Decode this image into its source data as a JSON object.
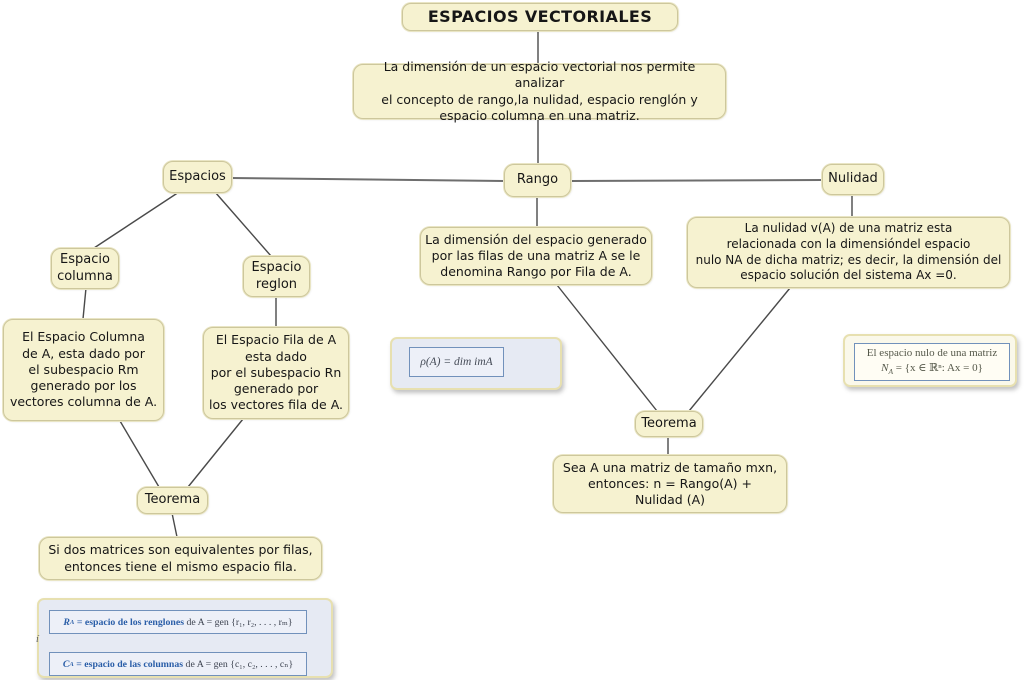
{
  "title": "ESPACIOS VECTORIALES",
  "intro": "La dimensión de un espacio vectorial nos permite analizar\nel concepto de rango,la nulidad, espacio renglón y\nespacio columna en una matriz.",
  "nodes": {
    "espacios": "Espacios",
    "rango": "Rango",
    "nulidad": "Nulidad",
    "espacio_columna": "Espacio\ncolumna",
    "espacio_reglon": "Espacio\nreglon",
    "teorema_left": "Teorema",
    "teorema_right": "Teorema"
  },
  "descriptions": {
    "rango": "La dimensión del espacio generado\npor las filas de una matriz A se le\ndenomina Rango por Fila de A.",
    "nulidad": "La nulidad v(A) de una matriz esta\nrelacionada con la dimensióndel espacio\nnulo NA de dicha matriz; es decir, la dimensión del\nespacio solución del sistema Ax =0.",
    "espacio_columna": "El Espacio Columna\nde A, esta dado por\nel subespacio Rm\ngenerado por los\nvectores columna de A.",
    "espacio_reglon": "El Espacio Fila de A\nesta dado\npor el subespacio Rn\ngenerado por\nlos vectores fila de A.",
    "teorema_left": "Si dos matrices son equivalentes por filas,\nentonces tiene el mismo espacio fila.",
    "teorema_right": "Sea A una matriz de tamaño mxn,\nentonces: n = Rango(A) +\nNulidad (A)"
  },
  "formulas": {
    "rho": "ρ(A) = dim imA",
    "nulo": {
      "line1": "El espacio nulo de una matriz",
      "lead": "N",
      "sub": "A",
      "tail": " = {x ∈ ℝⁿ: Ax = 0}"
    },
    "renglones": {
      "lead": "R",
      "sub": "A",
      "eq": " = ",
      "bold": "espacio de los renglones",
      "tail": " de A = gen {r₁, r₂, . . . , rₘ}"
    },
    "columnas": {
      "lead": "C",
      "sub": "A",
      "eq": " = ",
      "bold": "espacio de las columnas",
      "tail": " de A = gen {c₁, c₂, . . . , cₙ}"
    },
    "mark": "í"
  },
  "colors": {
    "node_fill": "#f6f2d0",
    "node_border": "#cdc79c",
    "connector": "#4a4a4a",
    "formula_border_blue": "#7191bb",
    "formula_bold_blue": "#2a5ea8"
  }
}
